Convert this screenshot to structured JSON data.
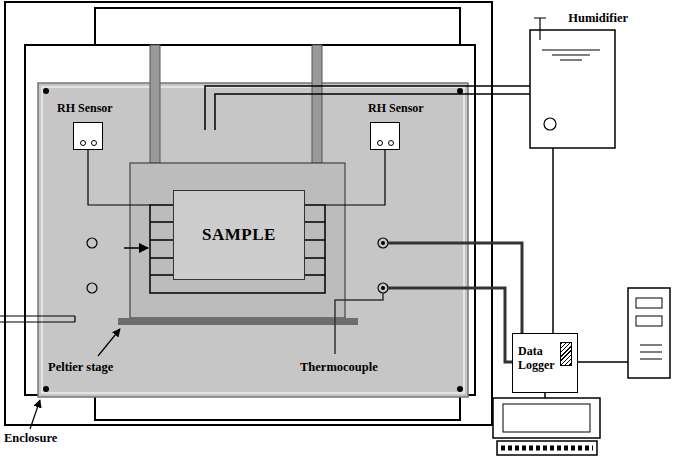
{
  "diagram": {
    "nodes": [
      {
        "text": [
          "Humidifier"
        ]
      },
      {
        "text": [
          "RH Sensor"
        ]
      },
      {
        "text": [
          "RH Sensor"
        ]
      },
      {
        "text": [
          "SAMPLE"
        ]
      },
      {
        "text": [
          "Data Logger"
        ]
      }
    ],
    "edges": [
      {
        "from": 0,
        "to": 4,
        "arrow": "none"
      }
    ],
    "labels": [
      "Peltier stage",
      "Thermocouple",
      "Enclosure"
    ]
  }
}
